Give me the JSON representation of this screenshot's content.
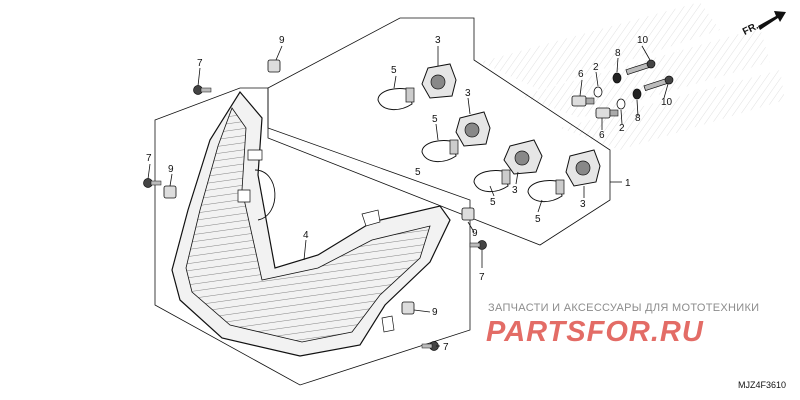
{
  "diagram": {
    "figure_code": "MJZ4F3610",
    "orientation_label": "FR.",
    "watermark": {
      "caption": "ЗАПЧАСТИ И АКСЕССУАРЫ ДЛЯ МОТОТЕХНИКИ",
      "logo": "PARTSFOR.RU"
    },
    "callouts": [
      "1",
      "2",
      "2",
      "3",
      "3",
      "3",
      "3",
      "4",
      "5",
      "5",
      "5",
      "5",
      "5",
      "6",
      "6",
      "7",
      "7",
      "7",
      "7",
      "8",
      "8",
      "9",
      "9",
      "9",
      "9",
      "10",
      "10"
    ]
  }
}
